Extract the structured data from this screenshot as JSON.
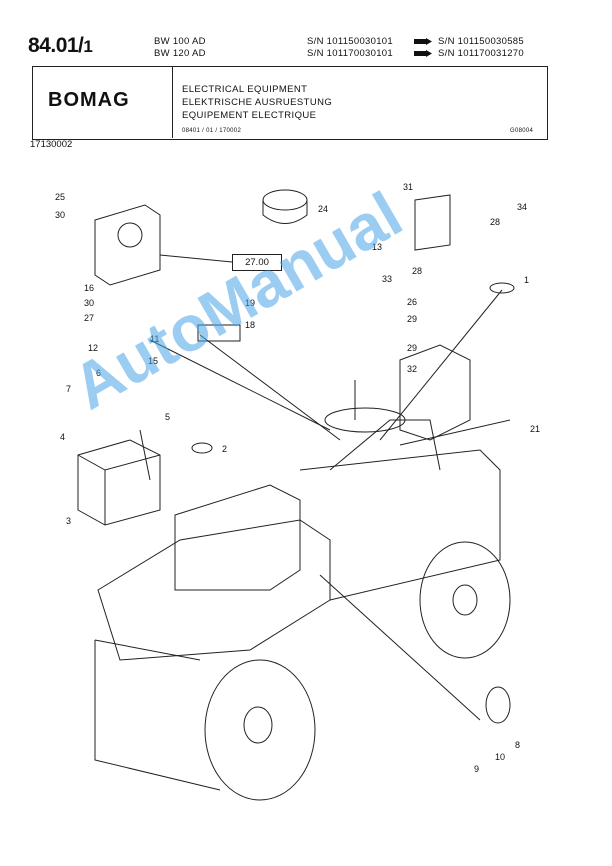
{
  "header": {
    "page_number": "84.01/",
    "page_sub": "1",
    "models": [
      "BW 100 AD",
      "BW 120 AD"
    ],
    "serials": [
      {
        "from": "S/N 101150030101",
        "to": "S/N 101150030585"
      },
      {
        "from": "S/N 101170030101",
        "to": "S/N 101170031270"
      }
    ],
    "logo": "BOMAG",
    "titles": [
      "ELECTRICAL EQUIPMENT",
      "ELEKTRISCHE AUSRUESTUNG",
      "EQUIPEMENT ELECTRIQUE"
    ],
    "code_left": "08401 / 01 / 170002",
    "code_right": "G08004",
    "doc_number": "17130002"
  },
  "diagram": {
    "ref_box": "27.00",
    "callouts": [
      "25",
      "30",
      "16",
      "30",
      "27",
      "12",
      "11",
      "15",
      "19",
      "18",
      "24",
      "13",
      "33",
      "28",
      "31",
      "28",
      "34",
      "1",
      "26",
      "29",
      "29",
      "32",
      "7",
      "6",
      "5",
      "4",
      "3",
      "2",
      "21",
      "8",
      "9",
      "10"
    ]
  },
  "watermark": "AutoManual"
}
